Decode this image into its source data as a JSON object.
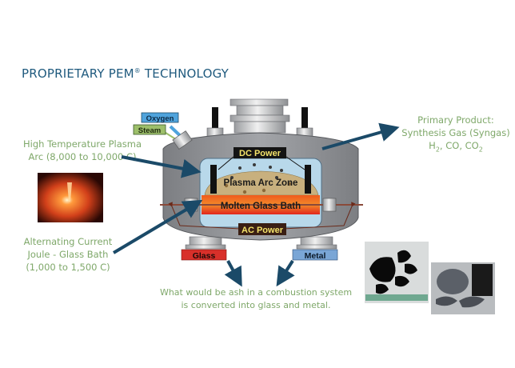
{
  "title": {
    "main": "PROPRIETARY PEM",
    "reg": "®",
    "suffix": " TECHNOLOGY"
  },
  "captions": {
    "plasma_arc": {
      "line1": "High Temperature Plasma",
      "line2": "Arc (8,000 to 10,000 C)"
    },
    "joule": {
      "line1": "Alternating Current",
      "line2": "Joule - Glass Bath",
      "line3": "(1,000 to 1,500 C)"
    },
    "product": {
      "line1": "Primary Product:",
      "line2": "Synthesis Gas (Syngas)",
      "h2": "H",
      "h2_sub": "2",
      "co": ", CO, CO",
      "co2_sub": "2"
    },
    "ash": {
      "line1": "What would be ash in a combustion system",
      "line2": "is converted into glass and metal."
    }
  },
  "reactor": {
    "inputs": {
      "oxygen": "Oxygen",
      "steam": "Steam"
    },
    "dc_power": "DC Power",
    "plasma_zone": "Plasma Arc Zone",
    "glass_bath": "Molten Glass Bath",
    "ac_power": "AC Power",
    "outputs": {
      "glass": "Glass",
      "metal": "Metal"
    }
  },
  "colors": {
    "title": "#1f5a7e",
    "caption": "#7fa86a",
    "arrow": "#1b4a68",
    "vessel": "#8d8f93",
    "glass_bath": "#e8281e",
    "plasma": "#c8b07e",
    "oxygen": "#4fa3dc",
    "steam": "#9dbf6a",
    "label_bg": "#3a1f14",
    "label_text": "#f4e36a",
    "glass_out": "#d8302a",
    "metal_out": "#7aa6d6"
  },
  "images": {
    "plasma_photo": "plasma-arc-photo",
    "glass_photo": "glass-product-photo",
    "metal_photo": "metal-product-photo"
  }
}
